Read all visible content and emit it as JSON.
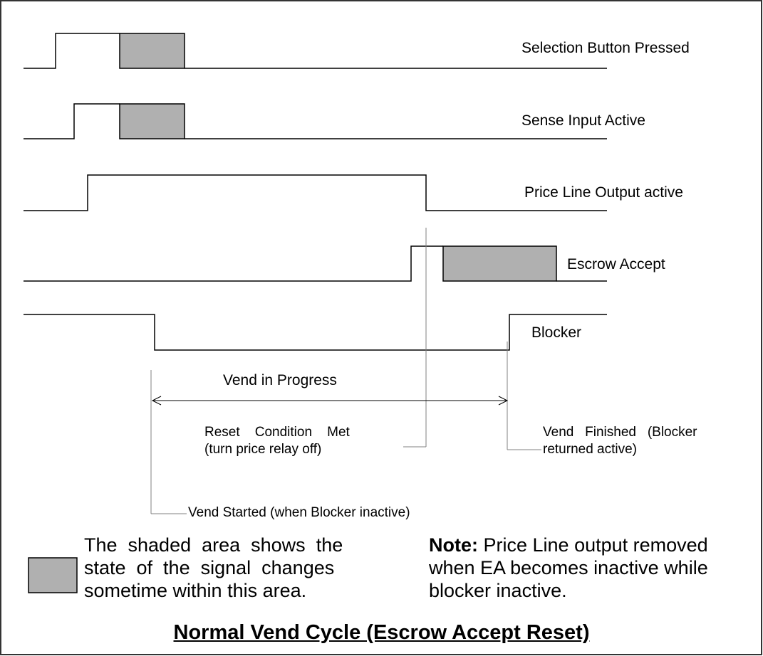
{
  "signals": [
    {
      "label": "Selection Button Pressed"
    },
    {
      "label": "Sense Input Active"
    },
    {
      "label": "Price Line Output active"
    },
    {
      "label": "Escrow Accept"
    },
    {
      "label": "Blocker"
    }
  ],
  "span": {
    "label": "Vend in Progress"
  },
  "annotations": {
    "reset_line1": "Reset    Condition    Met",
    "reset_line2": "(turn price relay off)",
    "finished_line1": "Vend   Finished   (Blocker",
    "finished_line2": "returned active)",
    "started": "Vend Started (when Blocker inactive)"
  },
  "legend": {
    "line1": "The  shaded  area  shows  the",
    "line2": "state  of  the  signal  changes",
    "line3": "sometime within this area."
  },
  "note": {
    "bold": "Note:",
    "line1_rest": " Price Line output removed",
    "line2": "when EA becomes inactive while",
    "line3": "blocker inactive."
  },
  "title": "Normal Vend Cycle (Escrow Accept Reset)",
  "colors": {
    "shade": "#b0b0b0",
    "line": "#000000",
    "guide": "#808080",
    "border": "#333333"
  }
}
